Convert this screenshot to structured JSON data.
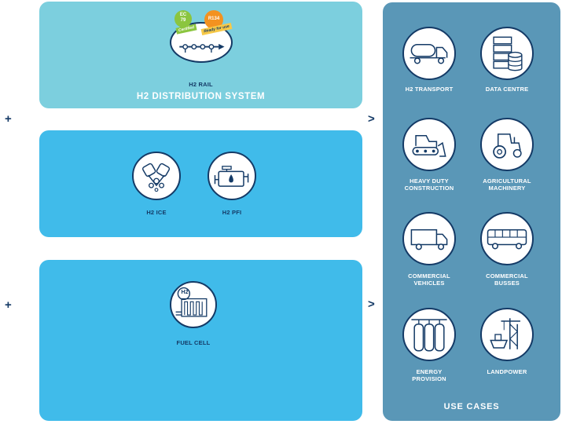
{
  "distribution": {
    "rail_label": "H2 RAIL",
    "system_title": "H2 DISTRIBUTION SYSTEM",
    "badge_ec": {
      "line1": "EC",
      "line2": "79",
      "ribbon": "Certified"
    },
    "badge_r134": {
      "line1": "R134",
      "ribbon": "Ready for use"
    }
  },
  "engines": {
    "ice_label": "H2 ICE",
    "pfi_label": "H2 PFI"
  },
  "fuel_cell": {
    "label": "FUEL CELL",
    "h2_text": "H2"
  },
  "operators": {
    "plus_1": "+",
    "plus_2": "+",
    "arrow_1": ">",
    "arrow_2": ">"
  },
  "use_cases": {
    "title": "USE CASES",
    "items": [
      {
        "label": "H2 TRANSPORT",
        "icon": "tanker-truck-icon"
      },
      {
        "label": "DATA CENTRE",
        "icon": "server-database-icon"
      },
      {
        "label": "HEAVY DUTY CONSTRUCTION",
        "icon": "bulldozer-icon"
      },
      {
        "label": "AGRICULTURAL MACHINERY",
        "icon": "tractor-icon"
      },
      {
        "label": "COMMERCIAL VEHICLES",
        "icon": "truck-icon"
      },
      {
        "label": "COMMERCIAL BUSSES",
        "icon": "bus-icon"
      },
      {
        "label": "ENERGY PROVISION",
        "icon": "gas-cylinders-icon"
      },
      {
        "label": "LANDPOWER",
        "icon": "port-crane-ship-icon"
      }
    ]
  },
  "colors": {
    "navy": "#143a66",
    "light_panel": "#7ccfde",
    "blue_panel": "#40bbea",
    "use_case_panel": "#5a97b7",
    "badge_green": "#8bc53f",
    "badge_orange": "#f39220"
  }
}
